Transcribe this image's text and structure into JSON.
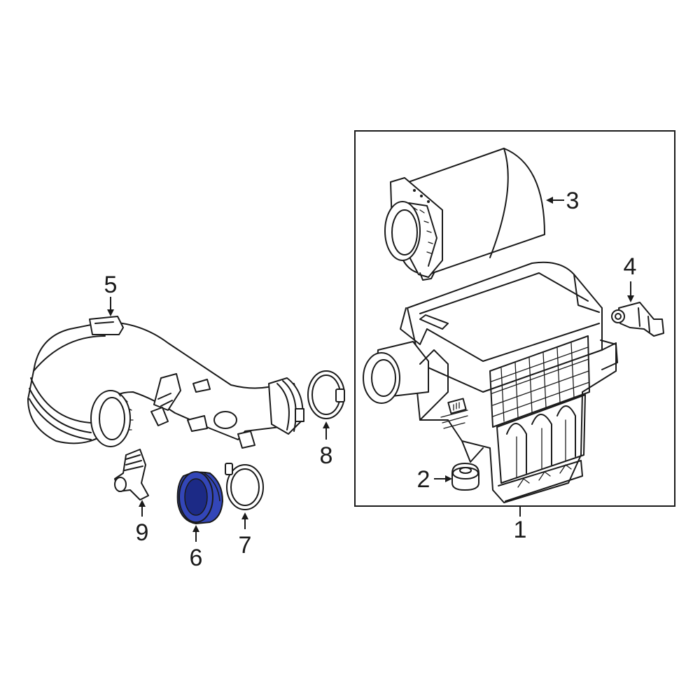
{
  "colors": {
    "line": "#1a1a1a",
    "background": "#ffffff",
    "highlight": "#3346b8",
    "highlight_dark": "#1c2a86"
  },
  "callouts": {
    "c1": "1",
    "c2": "2",
    "c3": "3",
    "c4": "4",
    "c5": "5",
    "c6": "6",
    "c7": "7",
    "c8": "8",
    "c9": "9"
  },
  "highlighted_part": "6"
}
